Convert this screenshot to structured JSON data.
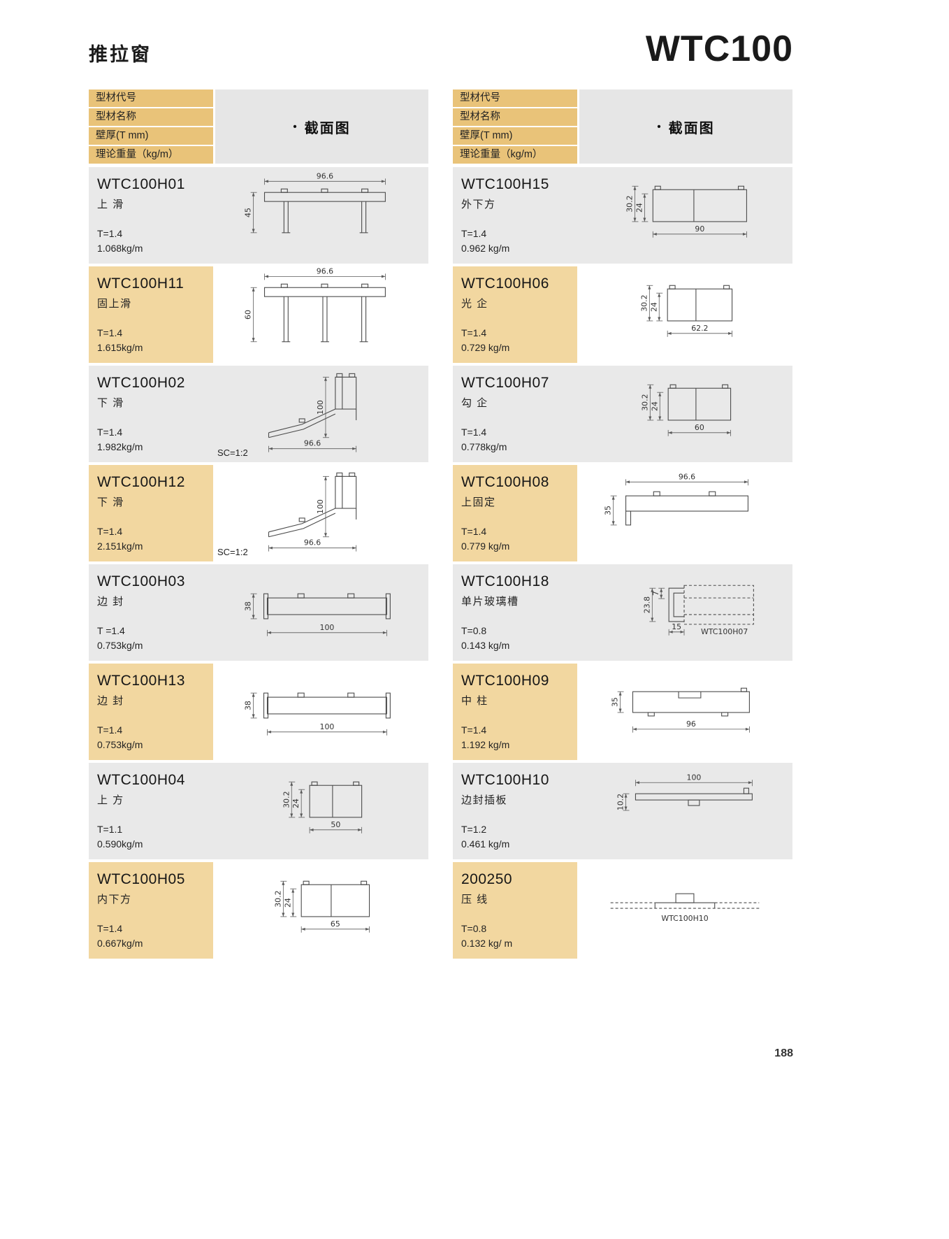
{
  "palette": {
    "head-tan": "#e9c379",
    "row-tan": "#f2d7a0",
    "row-gray": "#e9e9e9",
    "head-gray": "#e6e6e6"
  },
  "page": {
    "category": "推拉窗",
    "series": "WTC100",
    "page_number": "188"
  },
  "header": {
    "rows": [
      "型材代号",
      "型材名称",
      "壁厚(T mm)",
      "理论重量（kg/m）"
    ],
    "bullet": "•",
    "section": "截面图"
  },
  "left_rows": [
    {
      "code": "WTC100H01",
      "name": "上 滑",
      "thickness": "T=1.4",
      "weight": "1.068kg/m",
      "drawing": {
        "type": "topRail",
        "dim_top": "96.6",
        "dim_left": "45",
        "note": ""
      }
    },
    {
      "code": "WTC100H11",
      "name": "固上滑",
      "thickness": "T=1.4",
      "weight": "1.615kg/m",
      "drawing": {
        "type": "topRail",
        "tall": true,
        "dim_top": "96.6",
        "dim_left": "60",
        "note": ""
      }
    },
    {
      "code": "WTC100H02",
      "name": "下 滑",
      "thickness": "T=1.4",
      "weight": "1.982kg/m",
      "drawing": {
        "type": "slant",
        "dim_left": "100",
        "dim_bottom": "96.6",
        "note": "SC=1:2"
      }
    },
    {
      "code": "WTC100H12",
      "name": "下 滑",
      "thickness": "T=1.4",
      "weight": "2.151kg/m",
      "drawing": {
        "type": "slant",
        "dim_left": "100",
        "dim_bottom": "96.6",
        "note": "SC=1:2"
      }
    },
    {
      "code": "WTC100H03",
      "name": "边 封",
      "thickness": "T =1.4",
      "weight": "0.753kg/m",
      "drawing": {
        "type": "flatBottom",
        "dim_left": "38",
        "dim_bottom": "100",
        "note": ""
      }
    },
    {
      "code": "WTC100H13",
      "name": "边 封",
      "thickness": "T=1.4",
      "weight": "0.753kg/m",
      "drawing": {
        "type": "flatBottom",
        "dim_left": "38",
        "dim_bottom": "100",
        "note": ""
      }
    },
    {
      "code": "WTC100H04",
      "name": "上 方",
      "thickness": "T=1.1",
      "weight": "0.590kg/m",
      "drawing": {
        "type": "smallBox",
        "dim_left1": "30.2",
        "dim_left2": "24",
        "dim_bottom": "50",
        "note": ""
      }
    },
    {
      "code": "WTC100H05",
      "name": "内下方",
      "thickness": "T=1.4",
      "weight": "0.667kg/m",
      "drawing": {
        "type": "smallBox",
        "dim_left1": "30.2",
        "dim_left2": "24",
        "dim_bottom": "65",
        "note": ""
      }
    }
  ],
  "right_rows": [
    {
      "code": "WTC100H15",
      "name": "外下方",
      "thickness": "T=1.4",
      "weight": "0.962 kg/m",
      "drawing": {
        "type": "smallBox",
        "dim_left1": "30.2",
        "dim_left2": "24",
        "dim_bottom": "90",
        "note": ""
      }
    },
    {
      "code": "WTC100H06",
      "name": "光 企",
      "thickness": "T=1.4",
      "weight": "0.729 kg/m",
      "drawing": {
        "type": "smallBox",
        "dim_left1": "30.2",
        "dim_left2": "24",
        "dim_bottom": "62.2",
        "note": ""
      }
    },
    {
      "code": "WTC100H07",
      "name": "勾 企",
      "thickness": "T=1.4",
      "weight": "0.778kg/m",
      "drawing": {
        "type": "smallBox",
        "dim_left1": "30.2",
        "dim_left2": "24",
        "dim_bottom": "60",
        "note": ""
      }
    },
    {
      "code": "WTC100H08",
      "name": "上固定",
      "thickness": "T=1.4",
      "weight": "0.779 kg/m",
      "drawing": {
        "type": "flatTop",
        "dim_top": "96.6",
        "dim_left": "35",
        "note": ""
      }
    },
    {
      "code": "WTC100H18",
      "name": "单片玻璃槽",
      "thickness": "T=0.8",
      "weight": "0.143 kg/m",
      "drawing": {
        "type": "glazing",
        "dim_left1": "23.8",
        "dim_left2": "7",
        "dim_bottom": "15",
        "ref": "WTC100H07",
        "note": ""
      }
    },
    {
      "code": "WTC100H09",
      "name": "中 柱",
      "thickness": "T=1.4",
      "weight": "1.192 kg/m",
      "drawing": {
        "type": "flatLong",
        "dim_left": "35",
        "dim_bottom": "96",
        "note": ""
      }
    },
    {
      "code": "WTC100H10",
      "name": "边封插板",
      "thickness": "T=1.2",
      "weight": "0.461 kg/m",
      "drawing": {
        "type": "thinTop",
        "dim_top": "100",
        "dim_left": "10.2",
        "note": ""
      }
    },
    {
      "code": "200250",
      "name": "压 线",
      "thickness": "T=0.8",
      "weight": "0.132 kg/ m",
      "drawing": {
        "type": "press",
        "ref": "WTC100H10",
        "note": ""
      }
    }
  ]
}
